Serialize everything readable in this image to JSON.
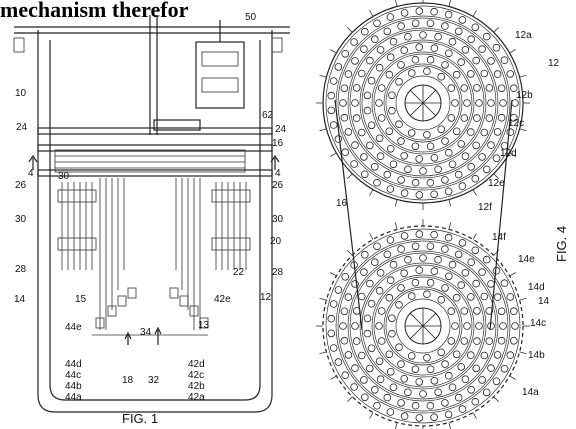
{
  "title": "mechanism therefor",
  "fig1": {
    "caption": "FIG. 1",
    "labels": {
      "l50": "50",
      "l10": "10",
      "l62": "62",
      "l24a": "24",
      "l24b": "24",
      "l16": "16",
      "l4a": "4",
      "l4b": "4",
      "l30a": "30",
      "l26a": "26",
      "l26b": "26",
      "l30b": "30",
      "l30c": "30",
      "l20": "20",
      "l28a": "28",
      "l28b": "28",
      "l22": "22",
      "l14": "14",
      "l15": "15",
      "l12": "12",
      "l42e": "42e",
      "l44e": "44e",
      "l13": "13",
      "l34": "34",
      "l44d": "44d",
      "l44c": "44c",
      "l44b": "44b",
      "l44a": "44a",
      "l18": "18",
      "l32": "32",
      "l42d": "42d",
      "l42c": "42c",
      "l42b": "42b",
      "l42a": "42a"
    }
  },
  "fig4": {
    "caption": "FIG. 4",
    "labels": {
      "l12a": "12a",
      "l12": "12",
      "l12b": "12b",
      "l12c": "12c",
      "l12d": "12d",
      "l12e": "12e",
      "l12f": "12f",
      "l16": "16",
      "l14f": "14f",
      "l14e": "14e",
      "l14d": "14d",
      "l14": "14",
      "l14c": "14c",
      "l14b": "14b",
      "l14a": "14a"
    }
  }
}
